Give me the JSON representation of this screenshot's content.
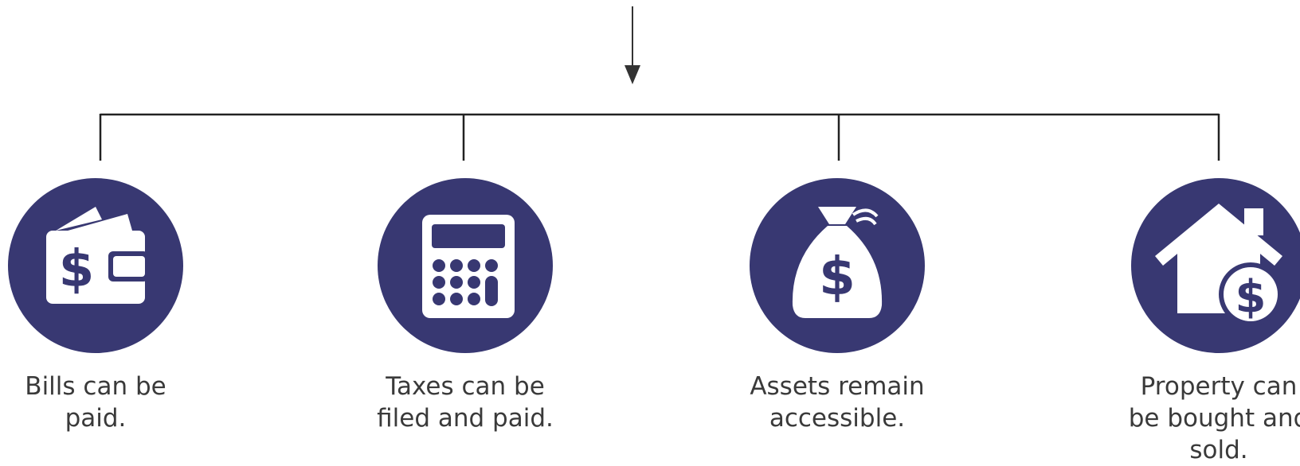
{
  "colors": {
    "circle": "#383872",
    "line": "#222222",
    "text": "#3a3a3a",
    "icon": "#ffffff"
  },
  "items": [
    {
      "icon": "wallet-dollar-icon",
      "caption": "Bills can be paid."
    },
    {
      "icon": "calculator-icon",
      "caption": "Taxes can be filed and paid."
    },
    {
      "icon": "money-bag-dollar-icon",
      "caption": "Assets remain accessible."
    },
    {
      "icon": "house-dollar-icon",
      "caption": "Property can be bought and sold."
    }
  ]
}
